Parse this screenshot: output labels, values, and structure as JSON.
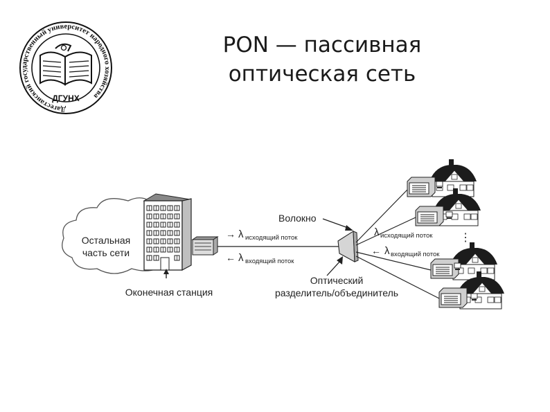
{
  "slide": {
    "title_line1": "PON — пассивная",
    "title_line2": "оптическая сеть"
  },
  "logo": {
    "ring_text": "Дагестанский государственный университет народного хозяйства",
    "abbr": "ДГУНХ"
  },
  "diagram": {
    "cloud_label_line1": "Остальная",
    "cloud_label_line2": "часть сети",
    "terminal_station": "Оконечная станция",
    "fiber": "Волокно",
    "splitter_line1": "Оптический",
    "splitter_line2": "разделитель/объединитель",
    "lambda": "λ",
    "downstream_sub": "исходящий поток",
    "upstream_sub": "входящий поток",
    "arrow_right": "→",
    "arrow_left": "←",
    "ellipsis": "⋮"
  }
}
